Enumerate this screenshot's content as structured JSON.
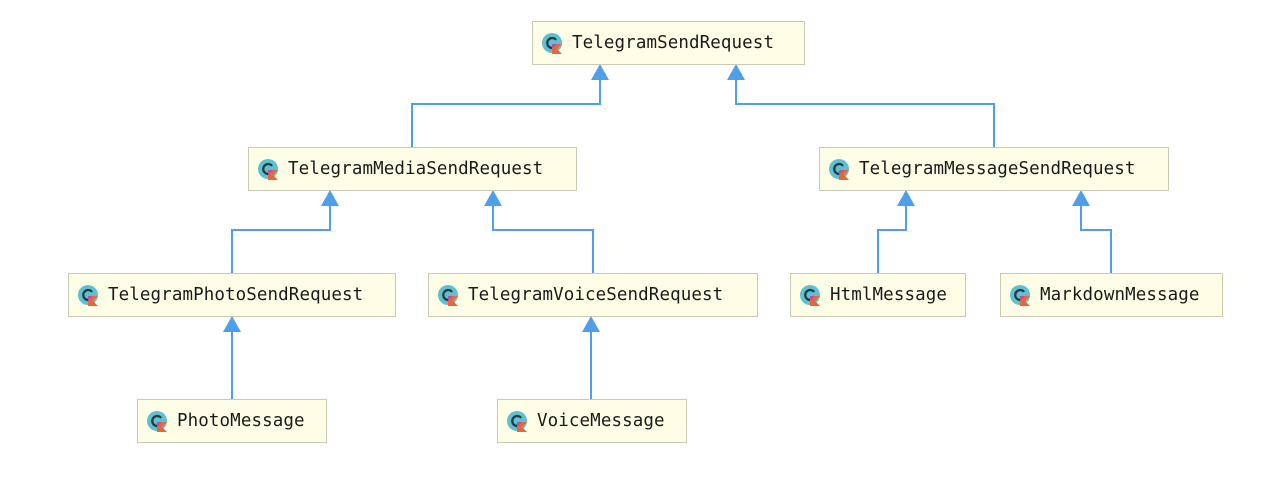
{
  "diagram": {
    "icon_kind": "kotlin-class-icon",
    "colors": {
      "node_fill": "#fefde6",
      "node_border": "#c9c9b4",
      "edge": "#4e9ee9",
      "icon_teal": "#5fc0cf",
      "icon_kotlin": "#e8663a"
    },
    "nodes": {
      "telegram_send_request": "TelegramSendRequest",
      "telegram_media_send_request": "TelegramMediaSendRequest",
      "telegram_message_send_request": "TelegramMessageSendRequest",
      "telegram_photo_send_request": "TelegramPhotoSendRequest",
      "telegram_voice_send_request": "TelegramVoiceSendRequest",
      "html_message": "HtmlMessage",
      "markdown_message": "MarkdownMessage",
      "photo_message": "PhotoMessage",
      "voice_message": "VoiceMessage"
    },
    "edges": [
      {
        "from": "telegram_media_send_request",
        "to": "telegram_send_request"
      },
      {
        "from": "telegram_message_send_request",
        "to": "telegram_send_request"
      },
      {
        "from": "telegram_photo_send_request",
        "to": "telegram_media_send_request"
      },
      {
        "from": "telegram_voice_send_request",
        "to": "telegram_media_send_request"
      },
      {
        "from": "html_message",
        "to": "telegram_message_send_request"
      },
      {
        "from": "markdown_message",
        "to": "telegram_message_send_request"
      },
      {
        "from": "photo_message",
        "to": "telegram_photo_send_request"
      },
      {
        "from": "voice_message",
        "to": "telegram_voice_send_request"
      }
    ]
  }
}
